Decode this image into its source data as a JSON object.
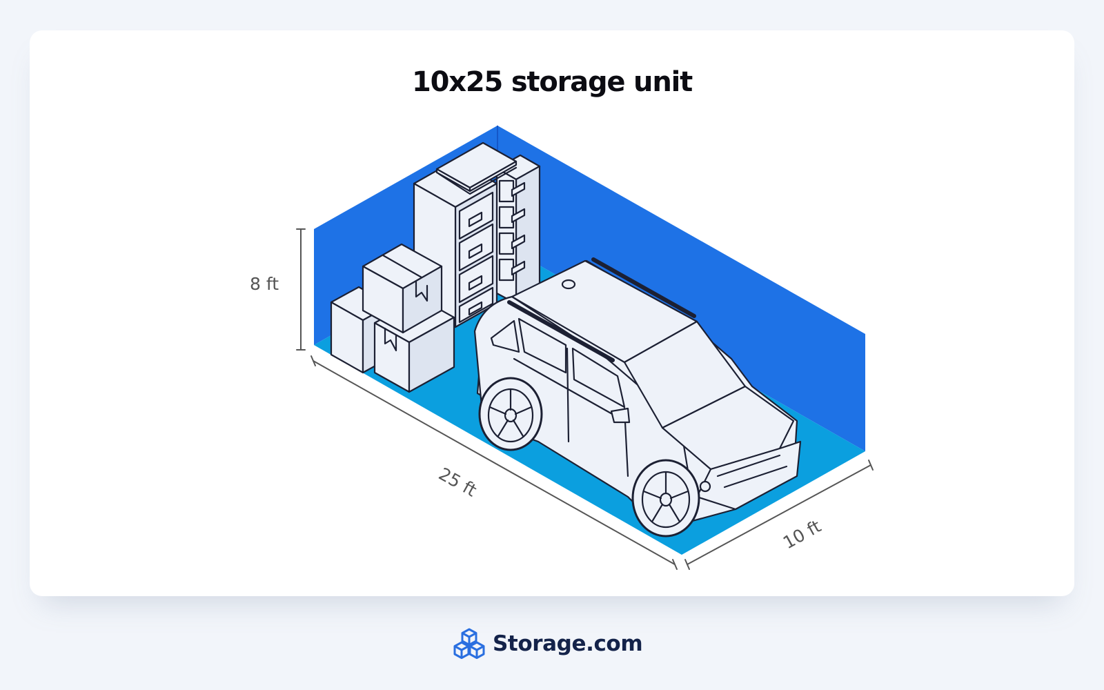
{
  "title": "10x25 storage unit",
  "dimensions": {
    "height": "8 ft",
    "length": "25 ft",
    "width": "10 ft"
  },
  "brand": {
    "name": "Storage.com",
    "icon": "cubes-logo-icon"
  },
  "colors": {
    "wall": "#1e72e6",
    "floor": "#0b9fdf",
    "item_fill": "#eef2f9",
    "outline": "#1c2033",
    "brand_blue": "#2a6fe0",
    "brand_text": "#14234a"
  },
  "items": [
    "filing-cabinet",
    "filing-cabinet",
    "cardboard-box",
    "cardboard-box",
    "cardboard-box",
    "suv-car"
  ]
}
